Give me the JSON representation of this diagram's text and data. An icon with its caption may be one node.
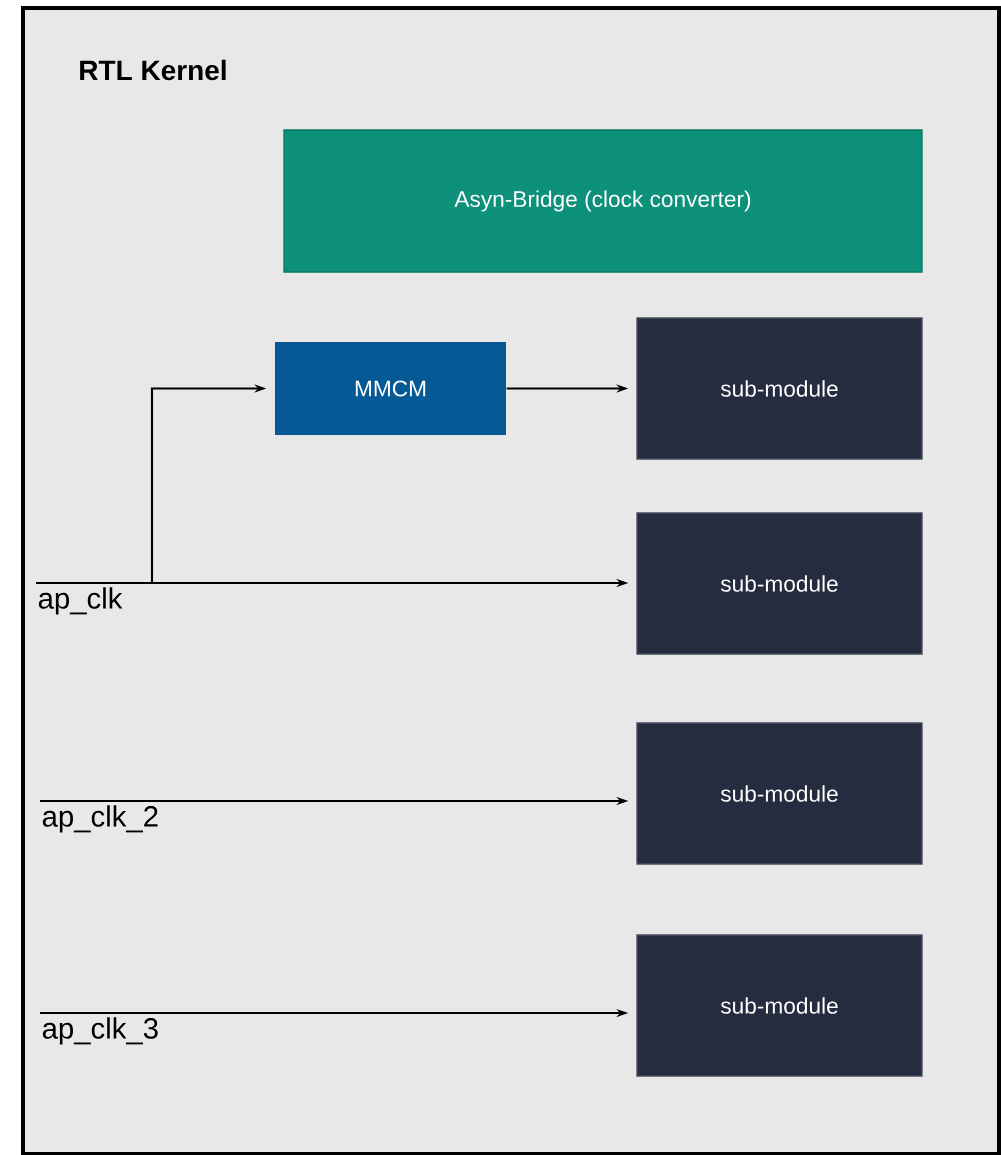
{
  "diagram": {
    "nodes": [
      {
        "text": [
          "RTL Kernel"
        ]
      },
      {
        "text": [
          "Asyn-Bridge (clock converter)"
        ],
        "in": 0
      },
      {
        "text": [
          "MMCM"
        ],
        "in": 0
      },
      {
        "text": [
          "sub-module"
        ],
        "in": 0
      },
      {
        "text": [
          "sub-module"
        ],
        "in": 0
      },
      {
        "text": [
          "sub-module"
        ],
        "in": 0
      },
      {
        "text": [
          "sub-module"
        ],
        "in": 0
      },
      {
        "text": [
          "ap_clk"
        ],
        "in": 0
      },
      {
        "text": [
          "ap_clk_2"
        ],
        "in": 0
      },
      {
        "text": [
          "ap_clk_3"
        ],
        "in": 0
      }
    ],
    "edges": [
      {
        "from": 7,
        "to": 2,
        "arrow": "to"
      },
      {
        "from": 2,
        "to": 3,
        "arrow": "to"
      },
      {
        "from": 7,
        "to": 4,
        "arrow": "to"
      },
      {
        "from": 8,
        "to": 5,
        "arrow": "to"
      },
      {
        "from": 9,
        "to": 6,
        "arrow": "to"
      }
    ]
  }
}
